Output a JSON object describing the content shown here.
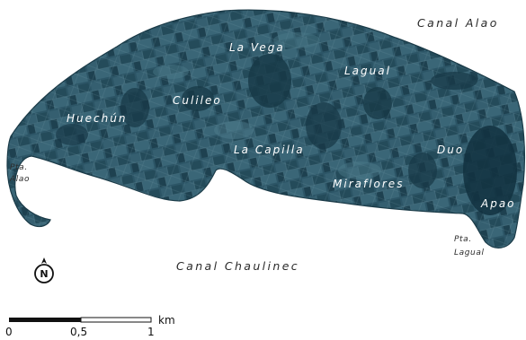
{
  "places": [
    {
      "id": "huechun",
      "label": "Huechún"
    },
    {
      "id": "culileo",
      "label": "Culileo"
    },
    {
      "id": "la-vega",
      "label": "La Vega"
    },
    {
      "id": "lagual",
      "label": "Lagual"
    },
    {
      "id": "la-capilla",
      "label": "La Capilla"
    },
    {
      "id": "miraflores",
      "label": "Miraflores"
    },
    {
      "id": "duo",
      "label": "Duo"
    },
    {
      "id": "apao",
      "label": "Apao"
    }
  ],
  "water": [
    {
      "id": "canal-alao",
      "label": "Canal Alao"
    },
    {
      "id": "canal-chaulinec",
      "label": "Canal Chaulinec"
    }
  ],
  "points": {
    "alao": {
      "line1": "Pta.",
      "line2": "Alao"
    },
    "lagual": {
      "line1": "Pta.",
      "line2": "Lagual"
    }
  },
  "north": {
    "label": "N",
    "icon": "north-arrow-icon"
  },
  "scale": {
    "ticks": [
      "0",
      "0,5",
      "1"
    ],
    "unit": "km"
  },
  "colors": {
    "land": "#2c5566",
    "land_dark": "#173846",
    "land_light": "#4d7c8c",
    "sea_text": "#2b2b2b"
  }
}
